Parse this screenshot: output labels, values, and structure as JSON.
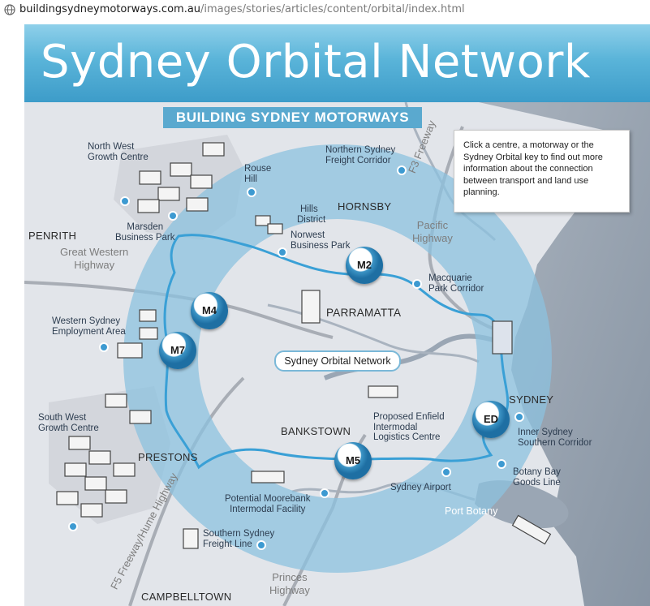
{
  "browser": {
    "url_host": "buildingsydneymotorways.com.au",
    "url_path": "/images/stories/articles/content/orbital/index.html"
  },
  "banner": {
    "title": "Sydney Orbital Network"
  },
  "badge": {
    "text": "BUILDING SYDNEY MOTORWAYS"
  },
  "info": {
    "text": "Click a centre, a motorway or the Sydney Orbital key to find out more information about the connection between transport and land use planning."
  },
  "orbital_key": {
    "label": "Sydney Orbital Network"
  },
  "motorways": {
    "m2": "M2",
    "m4": "M4",
    "m7": "M7",
    "m5": "M5",
    "ed": "ED"
  },
  "places": {
    "north_west": [
      "North West",
      "Growth Centre"
    ],
    "rouse_hill": [
      "Rouse",
      "Hill"
    ],
    "hills_district": [
      "Hills",
      "District"
    ],
    "marsden": [
      "Marsden",
      "Business Park"
    ],
    "norwest": [
      "Norwest",
      "Business Park"
    ],
    "northern_sydney": [
      "Northern Sydney",
      "Freight Corridor"
    ],
    "macquarie": [
      "Macquarie",
      "Park Corridor"
    ],
    "western_sydney": [
      "Western Sydney",
      "Employment Area"
    ],
    "south_west": [
      "South West",
      "Growth Centre"
    ],
    "enfield": [
      "Proposed Enfield",
      "Intermodal",
      "Logistics Centre"
    ],
    "inner_sydney": [
      "Inner Sydney",
      "Southern Corridor"
    ],
    "botany": [
      "Botany Bay",
      "Goods Line"
    ],
    "airport": [
      "Sydney Airport"
    ],
    "moorebank": [
      "Potential Moorebank",
      "Intermodal Facility"
    ],
    "southern_sydney": [
      "Southern Sydney",
      "Freight Line"
    ]
  },
  "regions": {
    "penrith": "PENRITH",
    "hornsby": "HORNSBY",
    "parramatta": "PARRAMATTA",
    "sydney": "SYDNEY",
    "bankstown": "BANKSTOWN",
    "prestons": "PRESTONS",
    "campbelltown": "CAMPBELLTOWN"
  },
  "roads": {
    "great_western": [
      "Great Western",
      "Highway"
    ],
    "pacific": [
      "Pacific",
      "Highway"
    ],
    "princes": [
      "Princes",
      "Highway"
    ],
    "f3": "F3 Freeway",
    "f5": "F5 Freeway/Hume Highway"
  },
  "water": {
    "port_botany": "Port Botany"
  },
  "colors": {
    "banner": "#4aa8d3",
    "badge": "#5aa9cf",
    "ring": "#8fc2df",
    "route": "#3fa2d6",
    "land": "#e4e6ea",
    "water": "#9aa6b4",
    "motorway_marker": "#1e6fa3"
  }
}
